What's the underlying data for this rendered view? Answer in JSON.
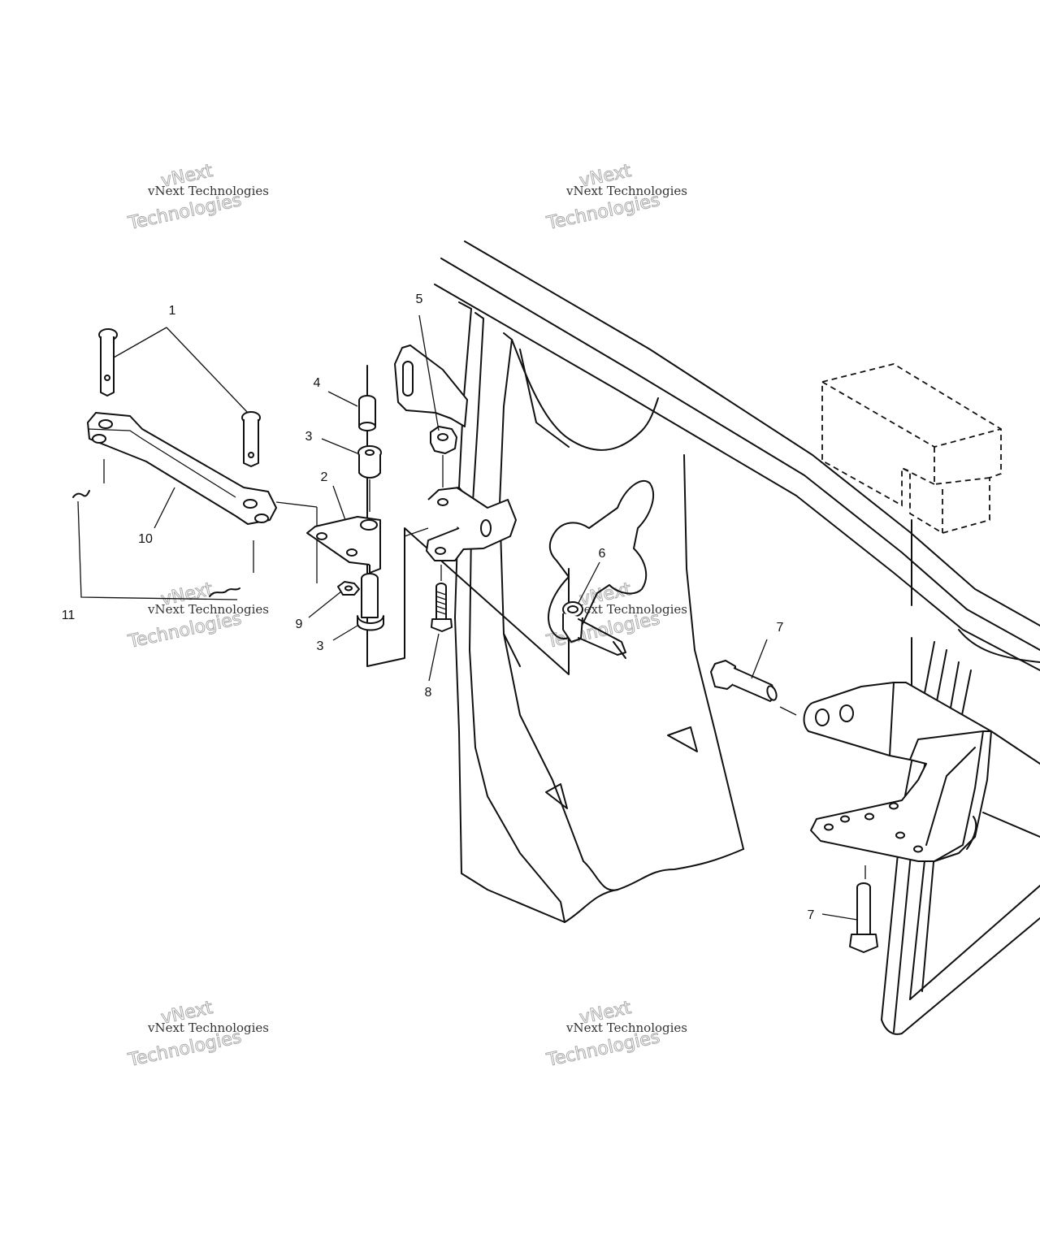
{
  "callouts": [
    {
      "id": "1",
      "label": "1"
    },
    {
      "id": "2",
      "label": "2"
    },
    {
      "id": "3a",
      "label": "3"
    },
    {
      "id": "3b",
      "label": "3"
    },
    {
      "id": "4",
      "label": "4"
    },
    {
      "id": "5",
      "label": "5"
    },
    {
      "id": "6",
      "label": "6"
    },
    {
      "id": "7a",
      "label": "7"
    },
    {
      "id": "7b",
      "label": "7"
    },
    {
      "id": "8",
      "label": "8"
    },
    {
      "id": "9",
      "label": "9"
    },
    {
      "id": "10",
      "label": "10"
    },
    {
      "id": "11",
      "label": "11"
    }
  ],
  "watermark": {
    "line1": "vNext Technologies",
    "line2": "vNext",
    "line3": "Technologies"
  }
}
